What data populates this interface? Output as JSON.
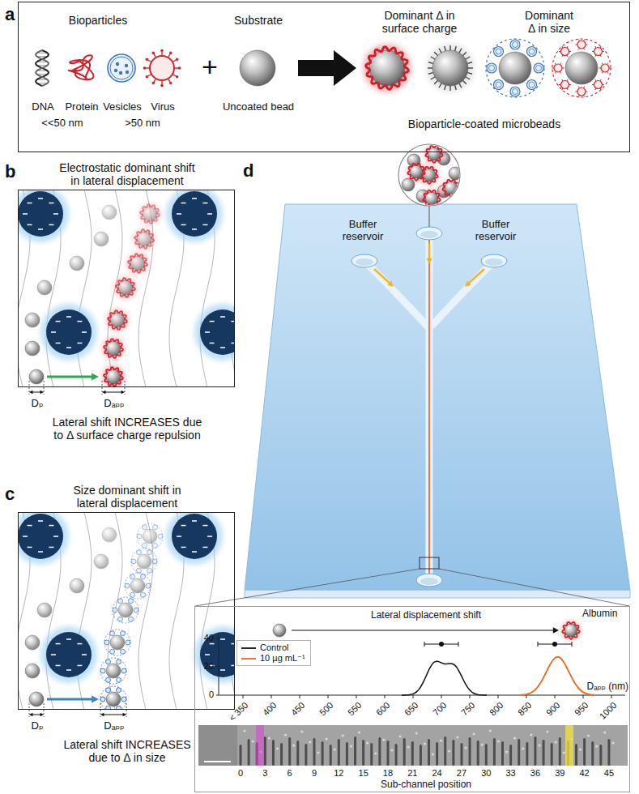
{
  "diagram": {
    "nodes": [
      {
        "text": [
          "a",
          "Bioparticles",
          "Substrate",
          "Dominant Δ in surface charge",
          "Dominant Δ in size",
          "DNA",
          "Protein",
          "<<50 nm",
          "Vesicles",
          "Virus",
          ">50 nm",
          "+",
          "Uncoated bead",
          "Bioparticle-coated microbeads"
        ]
      },
      {
        "text": [
          "b",
          "Electrostatic dominant shift in lateral displacement",
          "Dₚ",
          "Dₐₚₚ",
          "Lateral shift INCREASES due to Δ surface charge repulsion"
        ]
      },
      {
        "text": [
          "c",
          "Size dominant shift in lateral displacement",
          "Dₚ",
          "Dₐₚₚ",
          "Lateral shift INCREASES due to Δ in size"
        ]
      },
      {
        "text": [
          "Lateral displacement shift",
          "Albumin",
          "Dₐₚₚ (nm)",
          "Sub-channel position"
        ]
      }
    ],
    "labels": [
      "d",
      "Buffer reservoir",
      "Buffer reservoir",
      "40",
      "20",
      "0",
      "< 350",
      "400",
      "450",
      "500",
      "550",
      "600",
      "650",
      "700",
      "750",
      "800",
      "850",
      "900",
      "950",
      "1000",
      "0",
      "3",
      "6",
      "9",
      "12",
      "15",
      "18",
      "21",
      "24",
      "27",
      "30",
      "33",
      "36",
      "39",
      "42",
      "45"
    ],
    "legend": [
      {
        "text": "Control"
      },
      {
        "text": "10 µg mL⁻¹"
      }
    ]
  }
}
